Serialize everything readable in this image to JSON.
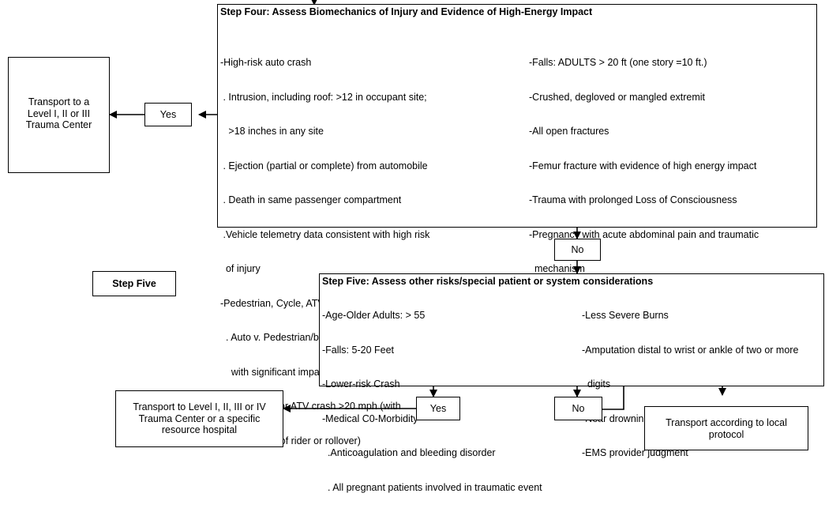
{
  "step4": {
    "title": "Step Four: Assess Biomechanics of Injury and Evidence of High-Energy Impact",
    "left_lines": [
      "-High-risk auto crash",
      " . Intrusion, including roof: >12 in occupant site;",
      "   >18 inches in any site",
      " . Ejection (partial or complete) from automobile",
      " . Death in same passenger compartment",
      " .Vehicle telemetry data consistent with high risk",
      "  of injury",
      "-Pedestrian, Cycle, ATV Crash",
      "  . Auto v. Pedestrian/bicyclist thrown, run over, or",
      "    with significant impact, >20 mph",
      "  -Motorcycle or ATV crash >20 mph (with",
      "    separation of rider or rollover)"
    ],
    "right_lines": [
      "-Falls: ADULTS > 20 ft (one story =10 ft.)",
      "-Crushed, degloved or mangled extremit",
      "-All open fractures",
      "-Femur fracture with evidence of high energy impact",
      "-Trauma with prolonged Loss of Consciousness",
      "-Pregnancy with acute abdominal pain and traumatic",
      "  mechanism"
    ]
  },
  "yes_top": "Yes",
  "transport_top": "Transport to a Level I, II or III Trauma Center",
  "no_mid": "No",
  "step5_label": "Step Five",
  "step5": {
    "title": "Step Five: Assess other risks/special patient or system considerations",
    "left_lines": [
      "-Age-Older Adults: > 55",
      "-Falls: 5-20 Feet",
      "-Lower-risk Crash",
      "-Medical C0-Morbidity",
      "  .Anticoagulation and bleeding disorder",
      "  . All pregnant patients involved in traumatic event"
    ],
    "right_lines": [
      "-Less Severe Burns",
      "-Amputation distal to wrist or ankle of two or more",
      "  digits",
      "-Near drowning/Near hanging",
      "-EMS provider judgment"
    ]
  },
  "yes_bottom": "Yes",
  "no_bottom": "No",
  "transport_bottom": "Transport to Level I, II, III or IV Trauma Center or a specific resource hospital",
  "transport_local": "Transport according to local protocol"
}
